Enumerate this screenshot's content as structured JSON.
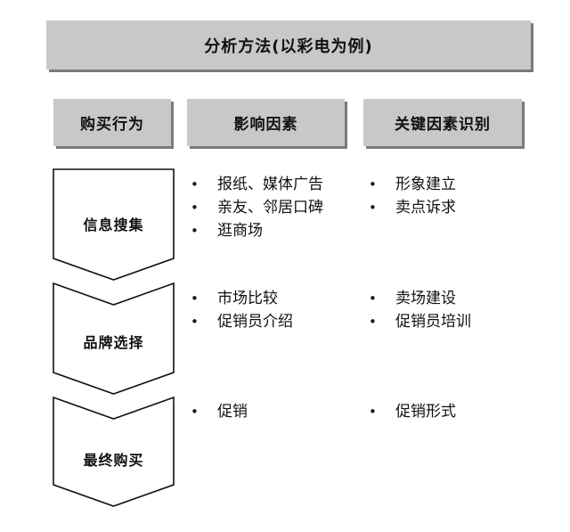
{
  "title": "分析方法(以彩电为例)",
  "headers": {
    "behavior": "购买行为",
    "factors": "影响因素",
    "key_factors": "关键因素识别"
  },
  "bullet": "•",
  "stages": [
    {
      "label": "信息搜集",
      "factors": [
        "报纸、媒体广告",
        "亲友、邻居口碑",
        "逛商场"
      ],
      "key_factors": [
        "形象建立",
        "卖点诉求"
      ]
    },
    {
      "label": "品牌选择",
      "factors": [
        "市场比较",
        "促销员介绍"
      ],
      "key_factors": [
        "卖场建设",
        "促销员培训"
      ]
    },
    {
      "label": "最终购买",
      "factors": [
        "促销"
      ],
      "key_factors": [
        "促销形式"
      ]
    }
  ]
}
